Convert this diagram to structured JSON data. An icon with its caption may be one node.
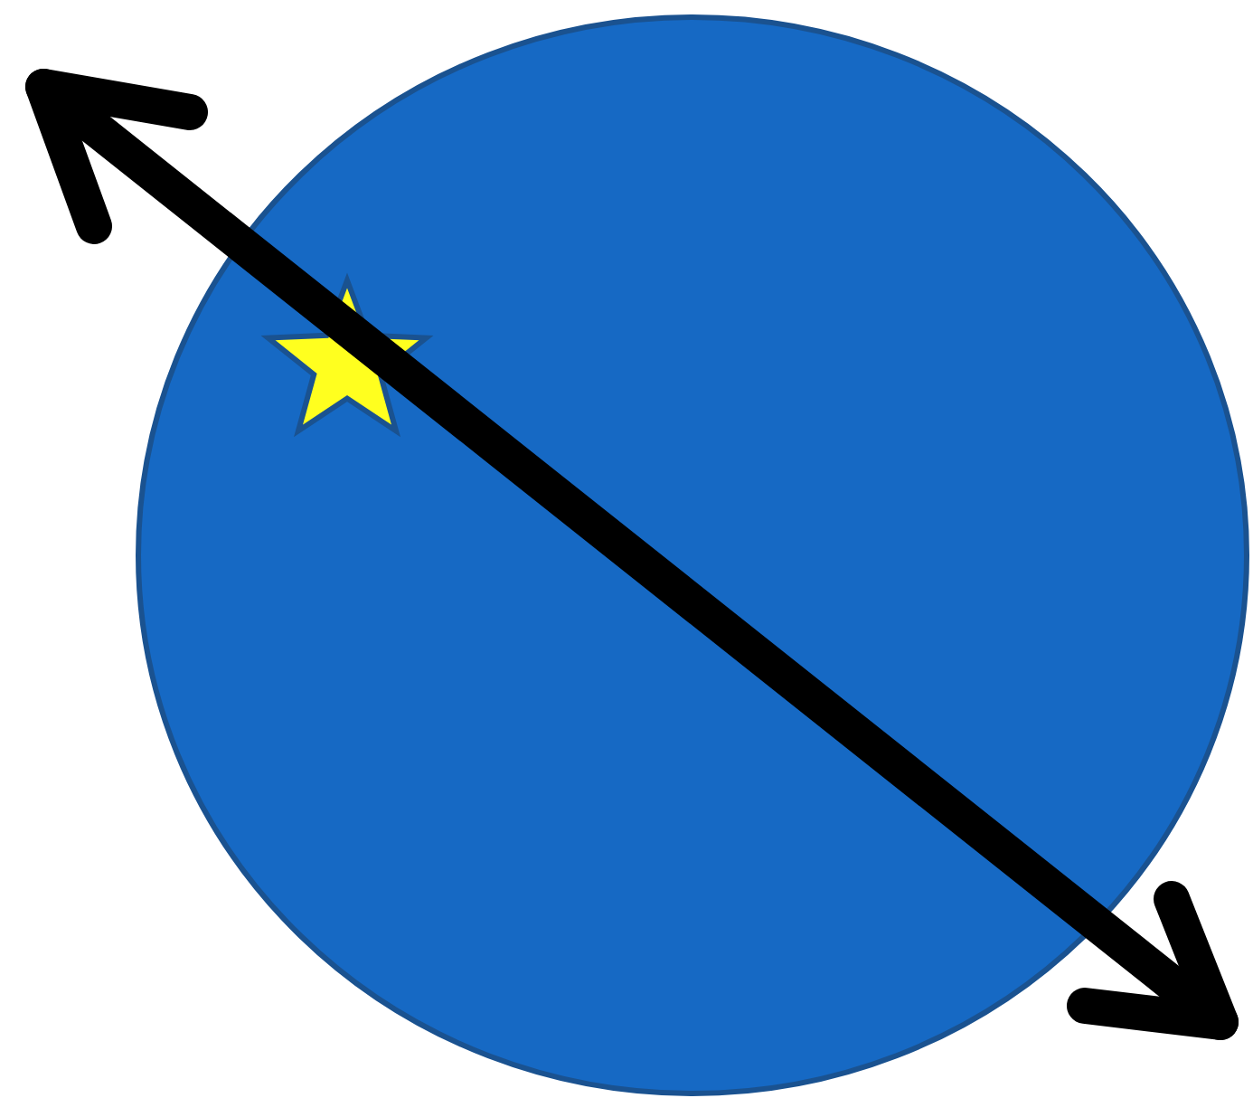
{
  "diagram": {
    "nodes": [
      {
        "text": [],
        "shape": "circle"
      },
      {
        "text": [],
        "shape": "star",
        "in": 0
      }
    ]
  }
}
